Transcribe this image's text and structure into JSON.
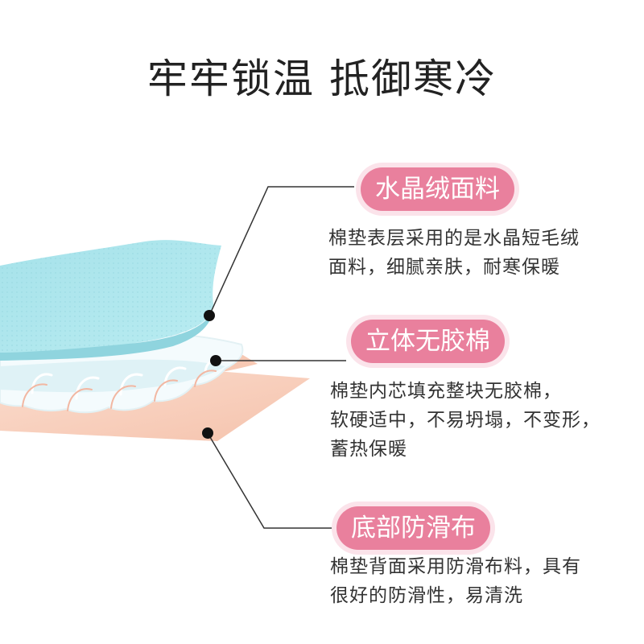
{
  "title": "牢牢锁温 抵御寒冷",
  "colors": {
    "accent_pink": "#e9809d",
    "fabric_blue": "#a9e3ea",
    "cushion_white": "#f4fbfd",
    "base_peach": "#f8d2c0"
  },
  "features": [
    {
      "label": "水晶绒面料",
      "lines": [
        "棉垫表层采用的是水晶短毛绒",
        "面料，细腻亲肤，耐寒保暖"
      ]
    },
    {
      "label": "立体无胶棉",
      "lines": [
        "棉垫内芯填充整块无胶棉，",
        "软硬适中，不易坍塌，不变形，",
        "蓄热保暖"
      ]
    },
    {
      "label": "底部防滑布",
      "lines": [
        "棉垫背面采用防滑布料，具有",
        "很好的防滑性，易清洗"
      ]
    }
  ]
}
